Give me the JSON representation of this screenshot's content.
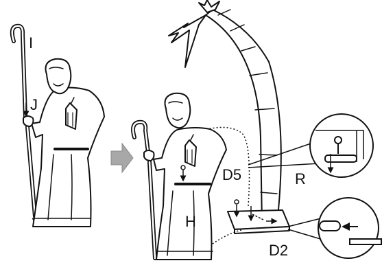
{
  "labels": {
    "staff": "I",
    "hand": "J",
    "figure": "H",
    "wire_d5": "D5",
    "ring_r": "R",
    "wire_d2": "D2"
  },
  "colors": {
    "line": "#111111",
    "fill": "#ffffff",
    "arrow": "#a8a8a8"
  },
  "icons": {
    "step_arrow": "right-arrow-icon"
  }
}
